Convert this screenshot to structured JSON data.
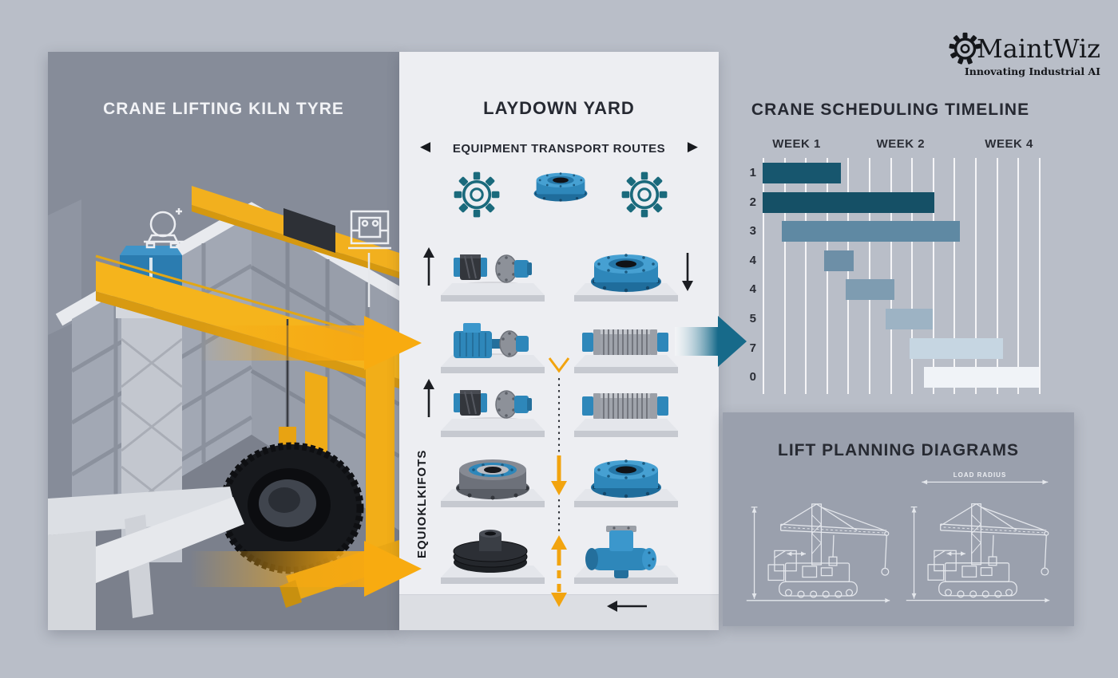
{
  "canvas": {
    "bg": "#b9bec8"
  },
  "brand": {
    "name": "MaintWiz",
    "tagline": "Innovating Industrial AI",
    "gear_icon": "gear-icon"
  },
  "crane_panel": {
    "title": "CRANE LIFTING KILN TYRE",
    "icons": [
      "kiln-tyre-station-icon",
      "press-machine-icon"
    ],
    "scene": "yellow gantry crane lifting black kiln tyre inside grey steel building"
  },
  "laydown_panel": {
    "title": "LAYDOWN YARD",
    "subtitle": "EQUIPMENT TRANSPORT ROUTES",
    "nav_left_icon": "◀",
    "nav_right_icon": "▶",
    "vertical_label": "EQUIOKLKIFOTS",
    "arrows": {
      "up": "up-arrow",
      "down": "down-arrow",
      "left": "left-arrow"
    },
    "header_icons": [
      "gear-outline-icon",
      "flanged-housing-part",
      "gear-outline-icon"
    ],
    "route_color": "#f2a40f",
    "parts_grid": [
      [
        "gear-coupling-pair",
        "flanged-bearing-housing-blue"
      ],
      [
        "gearbox-with-flange",
        "bellows-coupling"
      ],
      [
        "gear-coupling-pair",
        "bellows-coupling"
      ],
      [
        "flanged-bearing-housing-gray",
        "flanged-bearing-housing-blue"
      ],
      [
        "sheave-stack",
        "pump-unit"
      ]
    ]
  },
  "flow_arrows": {
    "orange": "#f6a812",
    "teal": "#176a8a"
  },
  "timeline_panel": {
    "title": "CRANE SCHEDULING TIMELINE",
    "chart_data": {
      "type": "bar",
      "variant": "gantt",
      "title": "CRANE SCHEDULING TIMELINE",
      "x_axis": {
        "tick_labels": [
          "WEEK 1",
          "WEEK 2",
          "WEEK 4"
        ],
        "tick_positions": [
          1.6,
          6.5,
          11.6
        ],
        "range": [
          0,
          13
        ],
        "gridlines": 14,
        "grid": true
      },
      "rows": [
        {
          "label": "1",
          "start": 0,
          "end": 3.7,
          "color": "#17566e"
        },
        {
          "label": "2",
          "start": 0,
          "end": 8.1,
          "color": "#155066"
        },
        {
          "label": "3",
          "start": 0.9,
          "end": 9.3,
          "color": "#5f89a3"
        },
        {
          "label": "4",
          "start": 2.9,
          "end": 4.3,
          "color": "#6d8fa7"
        },
        {
          "label": "4",
          "start": 3.9,
          "end": 6.2,
          "color": "#7e9cb1"
        },
        {
          "label": "5",
          "start": 5.8,
          "end": 8.0,
          "color": "#9db3c4"
        },
        {
          "label": "7",
          "start": 6.9,
          "end": 11.3,
          "color": "#c6d6e2"
        },
        {
          "label": "0",
          "start": 7.6,
          "end": 13.0,
          "color": "#f0f3f7"
        }
      ],
      "legend": false
    }
  },
  "lift_panel": {
    "title": "LIFT PLANNING DIAGRAMS",
    "bg": "#9aa0ad",
    "diagrams": [
      {
        "name": "crawler-crane-elevation-left",
        "dim_label": ""
      },
      {
        "name": "crawler-crane-elevation-right",
        "dim_label": "LOAD RADIUS"
      }
    ]
  }
}
